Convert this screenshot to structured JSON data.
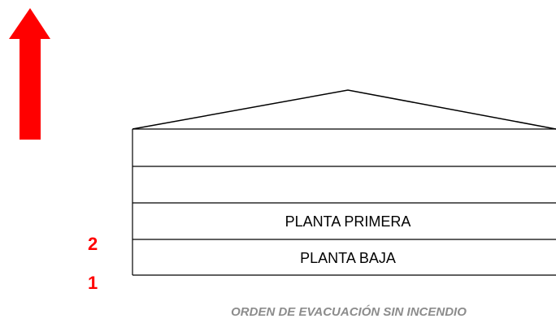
{
  "colors": {
    "arrow": "#ff0000",
    "order_numbers": "#ff0000",
    "caption": "#8c8c8c",
    "lines": "#000000"
  },
  "icons": {
    "direction_arrow": "up-arrow-icon"
  },
  "building": {
    "floors": [
      {
        "label": ""
      },
      {
        "label": ""
      },
      {
        "label": "PLANTA PRIMERA"
      },
      {
        "label": "PLANTA BAJA"
      }
    ]
  },
  "evacuation_order": [
    {
      "number": "2"
    },
    {
      "number": "1"
    }
  ],
  "caption": "ORDEN DE EVACUACIÓN SIN INCENDIO"
}
